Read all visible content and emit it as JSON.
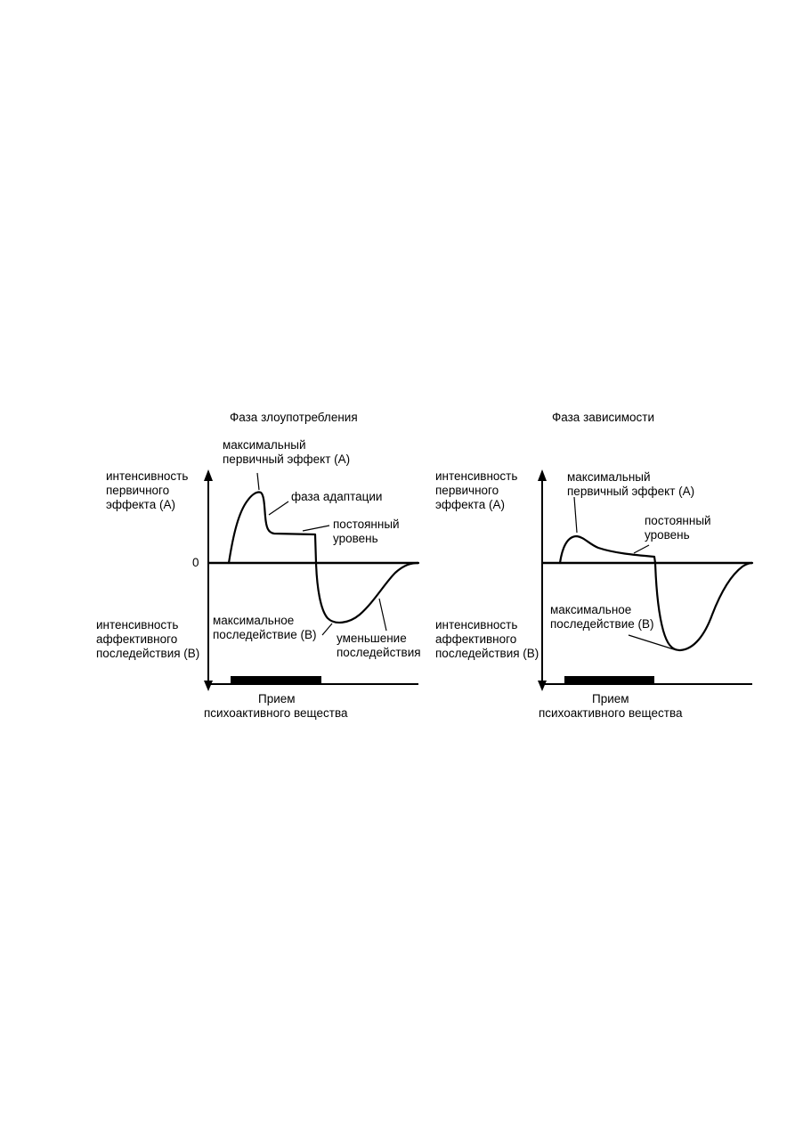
{
  "left_panel": {
    "title": "Фаза злоупотребления",
    "y_upper_label": [
      "интенсивность",
      "первичного",
      "эффекта (А)"
    ],
    "zero_label": "0",
    "y_lower_label": [
      "интенсивность",
      "аффективного",
      "последействия (В)"
    ],
    "annotations": {
      "peak_effect": [
        "максимальный",
        "первичный эффект (А)"
      ],
      "adaptation_phase": [
        "фаза адаптации"
      ],
      "steady_level": [
        "постоянный",
        "уровень"
      ],
      "max_aftereffect": [
        "максимальное",
        "последействие (В)"
      ],
      "decrease_aftereffect": [
        "уменьшение",
        "последействия"
      ]
    },
    "x_label": [
      "Прием",
      "психоактивного вещества"
    ]
  },
  "right_panel": {
    "title": "Фаза зависимости",
    "y_upper_label": [
      "интенсивность",
      "первичного",
      "эффекта (А)"
    ],
    "y_lower_label": [
      "интенсивность",
      "аффективного",
      "последействия (В)"
    ],
    "annotations": {
      "peak_effect": [
        "максимальный",
        "первичный эффект (А)"
      ],
      "steady_level": [
        "постоянный",
        "уровень"
      ],
      "max_aftereffect": [
        "максимальное",
        "последействие (В)"
      ]
    },
    "x_label": [
      "Прием",
      "психоактивного вещества"
    ]
  },
  "colors": {
    "ink": "#000000",
    "background": "#ffffff"
  }
}
